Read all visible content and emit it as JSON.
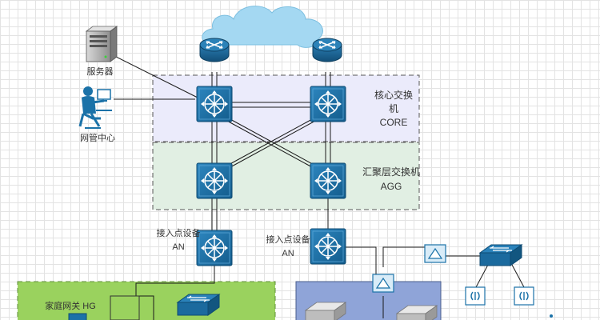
{
  "labels": {
    "server": "服务器",
    "nms": "网管中心",
    "core_line1": "核心交换",
    "core_line2": "机",
    "core_line3": "CORE",
    "agg_line1": "汇聚层交换机",
    "agg_line2": "AGG",
    "an_left_line1": "接入点设备",
    "an_left_line2": "AN",
    "an_mid_line1": "接入点设备",
    "an_mid_line2": "AN",
    "hg": "家庭网关 HG"
  },
  "colors": {
    "core_zone": "#ebebfb",
    "agg_zone": "#e1efe3",
    "hg_zone": "#9ad25e",
    "server_zone": "#8fa4d8",
    "switch": "#1b72a8",
    "router": "#1a6090",
    "cloud": "#a4d8f2"
  },
  "icons": {
    "cloud": "cloud-icon",
    "router": "router-icon",
    "switch": "layer3-switch-icon",
    "server": "server-tower-icon",
    "operator": "operator-workstation-icon",
    "access_point": "wireless-access-point-icon",
    "workgroup_switch": "workgroup-switch-icon",
    "bridge": "bridge-icon",
    "storage": "storage-server-icon"
  }
}
